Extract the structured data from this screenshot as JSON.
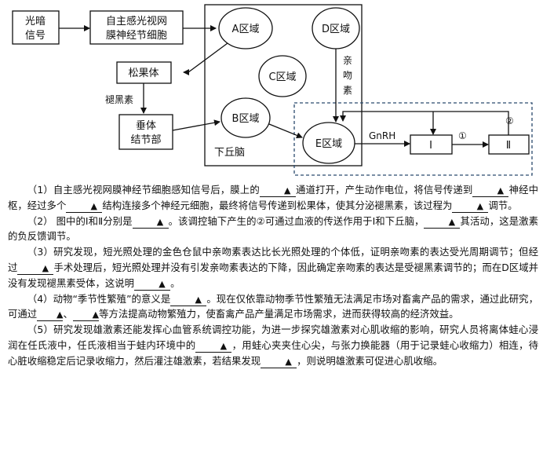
{
  "diagram": {
    "boxes": {
      "light_signal": [
        "光暗",
        "信号"
      ],
      "retina_cells": [
        "自主感光视网",
        "膜神经节细胞"
      ],
      "pineal": "松果体",
      "pituitary": [
        "垂体",
        "结节部"
      ],
      "testis_1": "Ⅰ",
      "testis_2": "Ⅱ"
    },
    "regions": {
      "A": "A区域",
      "B": "B区域",
      "C": "C区域",
      "D": "D区域",
      "E": "E区域"
    },
    "labels": {
      "hypothalamus": "下丘脑",
      "melatonin": "褪黑素",
      "kisspeptin": [
        "亲",
        "吻",
        "素"
      ],
      "gnrh": "GnRH",
      "circle_1": "①",
      "circle_2": "②"
    }
  },
  "questions": {
    "q1": {
      "s1": "（1）自主感光视网膜神经节细胞感知信号后，膜上的",
      "s2": "通道打开，产生动作电位，将信号传递到",
      "s3": "神经中枢，经过多个",
      "s4": "结构连接多个神经元细胞，最终将信号传递到松果体，使其分泌褪黑素，该过程为",
      "s5": "调节。"
    },
    "q2": {
      "s1": "（2）  图中的Ⅰ和Ⅱ分别是",
      "s2": "。该调控轴下产生的②可通过血液的传送作用于Ⅰ和下丘脑，",
      "s3": "其活动，这是激素的负反馈调节。"
    },
    "q3": {
      "s1": "（3）研究发现，短光照处理的金色仓鼠中亲吻素表达比长光照处理的个体低，证明亲吻素的表达受光周期调节；但经过",
      "s2": "手术处理后，短光照处理并没有引发亲吻素表达的下降，因此确定亲吻素的表达是受褪黑素调节的；而在D区域并没有发现褪黑素受体，这说明",
      "s3": "。"
    },
    "q4": {
      "s1": "（4）动物“季节性繁殖”的意义是",
      "s2": "。现在仅依靠动物季节性繁殖无法满足市场对畜禽产品的需求，通过此研究，可通过",
      "s3": "、",
      "s4": "等方法提高动物繁殖力，使畜禽产品产量满足市场需求，进而获得较高的经济效益。"
    },
    "q5": {
      "s1": "（5）研究发现雄激素还能发挥心血管系统调控功能，为进一步探究雄激素对心肌收缩的影响，研究人员将离体蛙心浸润在任氏液中，任氏液相当于蛙内环境中的",
      "s2": "，用蛙心夹夹住心尖，与张力换能器（用于记录蛙心收缩力）相连，待心脏收缩稳定后记录收缩力，然后灌注雄激素，若结果发现",
      "s3": "，则说明雄激素可促进心肌收缩。"
    },
    "blank_mark": "▲"
  }
}
